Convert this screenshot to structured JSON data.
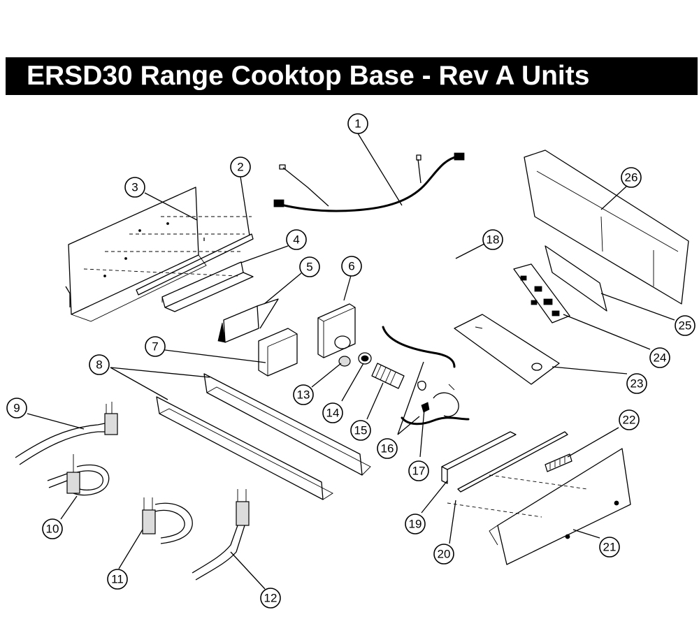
{
  "title": "ERSD30 Range Cooktop Base - Rev A Units",
  "colors": {
    "title_bar": "#000000",
    "title_text": "#ffffff",
    "line": "#000000",
    "background": "#ffffff"
  },
  "callouts": [
    "1",
    "2",
    "3",
    "4",
    "5",
    "6",
    "7",
    "8",
    "9",
    "10",
    "11",
    "12",
    "13",
    "14",
    "15",
    "16",
    "17",
    "18",
    "19",
    "20",
    "21",
    "22",
    "23",
    "24",
    "25",
    "26"
  ]
}
